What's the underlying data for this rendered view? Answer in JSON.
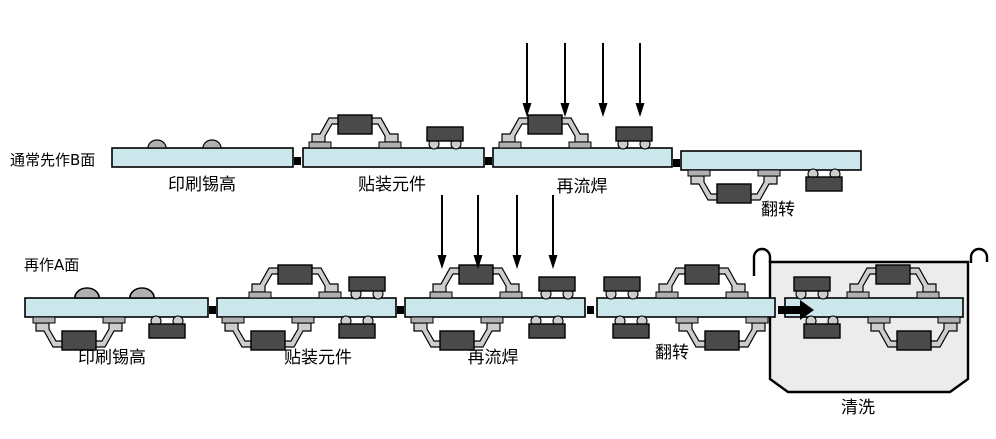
{
  "rows": [
    {
      "side_label": "通常先作B面",
      "steps": [
        {
          "label": "印刷锡高"
        },
        {
          "label": "贴装元件"
        },
        {
          "label": "再流焊"
        },
        {
          "label": "翻转"
        }
      ]
    },
    {
      "side_label": "再作A面",
      "steps": [
        {
          "label": "印刷锡高"
        },
        {
          "label": "贴装元件"
        },
        {
          "label": "再流焊"
        },
        {
          "label": "翻转"
        },
        {
          "label": "清洗"
        }
      ]
    }
  ],
  "colors": {
    "board": "#cbe7eb",
    "component_body": "#4a4a4a",
    "lead": "#cdcdcd",
    "pad": "#b0b0b0",
    "tank_fill": "#ececec",
    "outline": "#000000",
    "background": "#ffffff"
  }
}
